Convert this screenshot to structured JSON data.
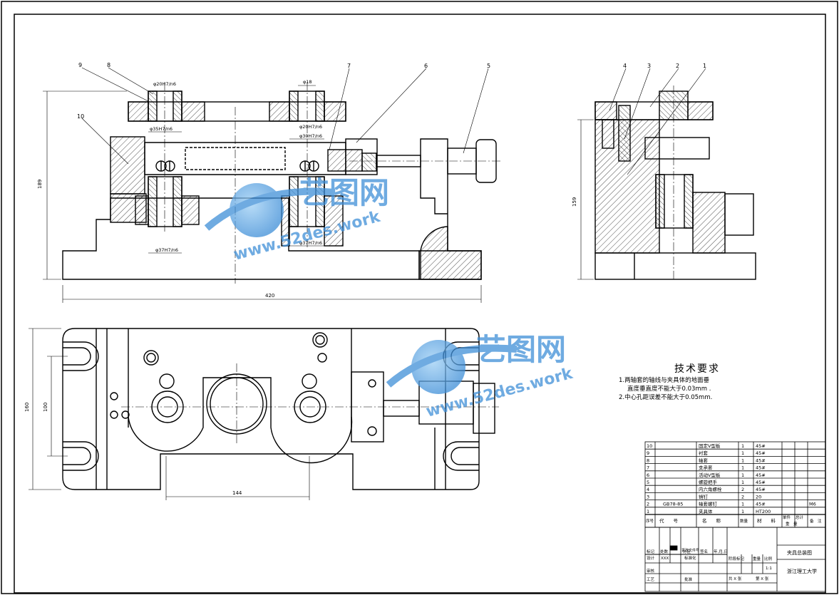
{
  "balloons_front": [
    "9",
    "8",
    "7",
    "6",
    "5"
  ],
  "balloon_front_left": "10",
  "balloons_side": [
    "4",
    "3",
    "2",
    "1"
  ],
  "dims_front": {
    "hole_left_top": "φ20H7/n6",
    "hole_right_top": "φ18",
    "bore_left": "φ35H7/n6",
    "bore_right": "φ20H7/n6",
    "bore_right2": "φ30H7/n6",
    "bottom_left": "φ37H7/n6",
    "bottom_right": "φ37H7/n6",
    "height": "189",
    "length": "420"
  },
  "dims_side": {
    "height": "159"
  },
  "dims_plan": {
    "outer": "160",
    "inner": "100",
    "width": "144"
  },
  "watermark": {
    "brand": "艺图网",
    "url": "www.52des.work"
  },
  "notes": {
    "title": "技术要求",
    "line1": "1.两轴套的轴线与夹具体的地面垂",
    "line2": "直度垂直度不能大于0.03mm .",
    "line3": "2.中心孔距误差不能大于0.05mm."
  },
  "bom": [
    {
      "no": "10",
      "code": "",
      "name": "固定V型板",
      "qty": "1",
      "mat": "45#",
      "note": ""
    },
    {
      "no": "9",
      "code": "",
      "name": "衬套",
      "qty": "1",
      "mat": "45#",
      "note": ""
    },
    {
      "no": "8",
      "code": "",
      "name": "轴套",
      "qty": "1",
      "mat": "45#",
      "note": ""
    },
    {
      "no": "7",
      "code": "",
      "name": "支承套",
      "qty": "1",
      "mat": "45#",
      "note": ""
    },
    {
      "no": "6",
      "code": "",
      "name": "活动V型板",
      "qty": "1",
      "mat": "45#",
      "note": ""
    },
    {
      "no": "5",
      "code": "",
      "name": "螺旋把手",
      "qty": "1",
      "mat": "45#",
      "note": ""
    },
    {
      "no": "4",
      "code": "",
      "name": "内六角螺栓",
      "qty": "2",
      "mat": "45#",
      "note": ""
    },
    {
      "no": "3",
      "code": "",
      "name": "销钉",
      "qty": "2",
      "mat": "20",
      "note": ""
    },
    {
      "no": "2",
      "code": "GB78-85",
      "name": "轴套螺钉",
      "qty": "1",
      "mat": "45#",
      "note": "M6"
    },
    {
      "no": "1",
      "code": "",
      "name": "夹具体",
      "qty": "1",
      "mat": "HT200",
      "note": ""
    }
  ],
  "bom_header": {
    "no": "序号",
    "code": "代　　号",
    "name": "名　　称",
    "qty": "数量",
    "mat": "材　　料",
    "single": "单件",
    "total": "总计",
    "weight": "重　量",
    "remark": "备　注"
  },
  "title_block": {
    "drawing_name": "夹具总装图",
    "school": "浙江理工大学",
    "ratio_label": "比例",
    "ratio": "1:1",
    "weight_label": "重量",
    "stage_label": "阶段标记",
    "sheet_total": "共  X  张",
    "sheet_no": "第  X  张",
    "design": "设计",
    "design_name": "XXX",
    "standard": "标准化",
    "check": "审核",
    "process": "工艺",
    "approve": "批准",
    "mark": "标记",
    "count": "处数",
    "zone": "分区",
    "change": "更改文件号",
    "sign": "签名",
    "date": "年.月.日"
  }
}
